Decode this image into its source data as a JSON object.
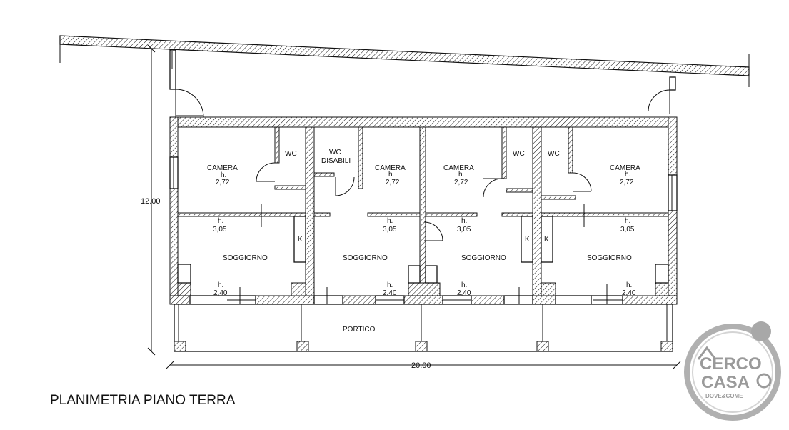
{
  "title": "PLANIMETRIA PIANO TERRA",
  "dimensions": {
    "height": "12.00",
    "width": "20.00"
  },
  "rooms": {
    "camera": "CAMERA",
    "wc": "WC",
    "wc_disabili_1": "WC",
    "wc_disabili_2": "DISABILI",
    "soggiorno": "SOGGIORNO",
    "portico": "PORTICO",
    "kitchen": "K"
  },
  "heights": {
    "prefix": "h.",
    "camera": "2,72",
    "soggiorno_high": "3,05",
    "soggiorno_low": "2,40"
  },
  "logo": {
    "line1": "CERCO",
    "line2": "CASA",
    "tagline": "DOVE&COME",
    "accent_color": "#9a9a9a"
  }
}
